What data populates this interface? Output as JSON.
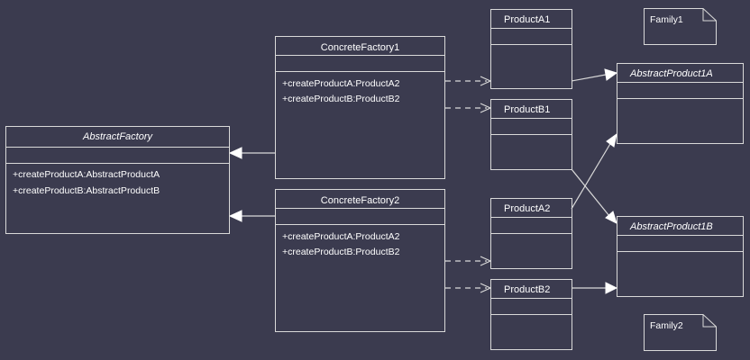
{
  "classes": {
    "abstract_factory": {
      "name": "AbstractFactory",
      "methods": [
        "+createProductA:AbstractProductA",
        "+createProductB:AbstractProductB"
      ]
    },
    "concrete_factory_1": {
      "name": "ConcreteFactory1",
      "methods": [
        "+createProductA:ProductA2",
        "+createProductB:ProductB2"
      ]
    },
    "concrete_factory_2": {
      "name": "ConcreteFactory2",
      "methods": [
        "+createProductA:ProductA2",
        "+createProductB:ProductB2"
      ]
    },
    "product_a1": {
      "name": "ProductA1"
    },
    "product_b1": {
      "name": "ProductB1"
    },
    "product_a2": {
      "name": "ProductA2"
    },
    "product_b2": {
      "name": "ProductB2"
    },
    "abstract_product_1a": {
      "name": "AbstractProduct1A"
    },
    "abstract_product_1b": {
      "name": "AbstractProduct1B"
    }
  },
  "notes": {
    "family1": "Family1",
    "family2": "Family2"
  },
  "colors": {
    "background": "#3b3b4f",
    "line": "#d9d9d9",
    "text": "#ffffff"
  }
}
